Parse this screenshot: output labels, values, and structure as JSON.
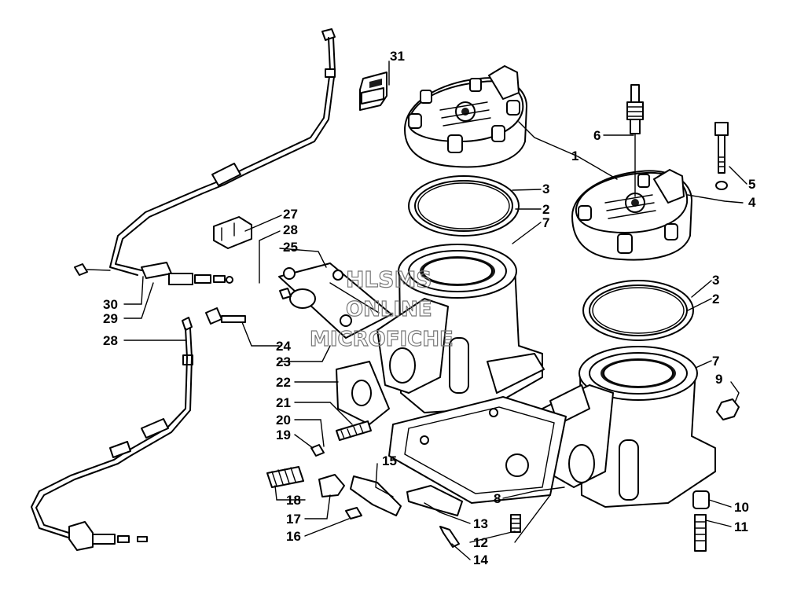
{
  "callouts": [
    "31",
    "6",
    "1",
    "5",
    "4",
    "3",
    "2",
    "7",
    "27",
    "28",
    "25",
    "30",
    "29",
    "24",
    "23",
    "22",
    "21",
    "20",
    "19",
    "18",
    "17",
    "16",
    "15",
    "13",
    "12",
    "14",
    "8",
    "9",
    "10",
    "11"
  ],
  "watermark": {
    "line1": "HLSMS",
    "line2": "ONLINE",
    "line3": "MICROFICHE"
  }
}
